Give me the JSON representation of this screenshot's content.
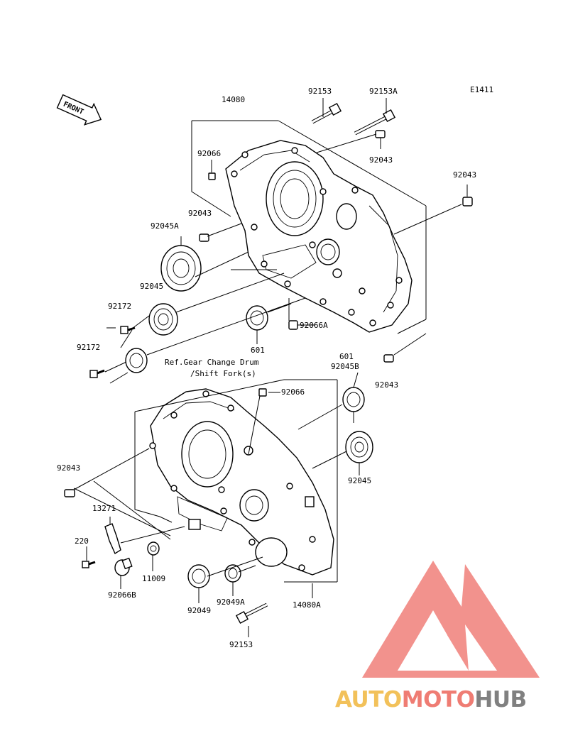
{
  "diagram": {
    "code": "E1411",
    "front_arrow": "FRONT",
    "callouts": {
      "p14080": "14080",
      "p92153_top": "92153",
      "p92153A": "92153A",
      "p92066_top": "92066",
      "p92043_a": "92043",
      "p92043_b": "92043",
      "p92043_c": "92043",
      "p92045A": "92045A",
      "p92045_left": "92045",
      "p92172_a": "92172",
      "p92172_b": "92172",
      "p601_left": "601",
      "p92066A": "92066A",
      "p601_right": "601",
      "p92045B": "92045B",
      "p92043_d": "92043",
      "ref_line1": "Ref.Gear Change Drum",
      "ref_line2": "/Shift Fork(s)",
      "p92066_mid": "92066",
      "p92043_left": "92043",
      "p92045_right": "92045",
      "p13271": "13271",
      "p220": "220",
      "p11009": "11009",
      "p92066B": "92066B",
      "p92049": "92049",
      "p92049A": "92049A",
      "p14080A": "14080A",
      "p92153_bottom": "92153"
    }
  },
  "watermark": {
    "part1": "AUTO",
    "part2": "MOTO",
    "part3": "HUB",
    "colors": {
      "auto": "#f2c15a",
      "moto": "#ef7c73",
      "hub": "#808080",
      "logo": "#f07f7a"
    }
  }
}
